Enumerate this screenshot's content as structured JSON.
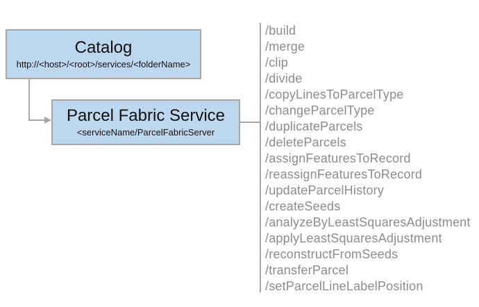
{
  "catalog": {
    "title": "Catalog",
    "subtitle": "http://<host>/<root>/services/<folderName>"
  },
  "service": {
    "title": "Parcel Fabric Service",
    "subtitle": "<serviceName/ParcelFabricServer"
  },
  "endpoints": [
    "/build",
    "/merge",
    "/clip",
    "/divide",
    "/copyLinesToParcelType",
    "/changeParcelType",
    "/duplicateParcels",
    "/deleteParcels",
    "/assignFeaturesToRecord",
    "/reassignFeaturesToRecord",
    "/updateParcelHistory",
    "/createSeeds",
    "/analyzeByLeastSquaresAdjustment",
    "/applyLeastSquaresAdjustment",
    "/reconstructFromSeeds",
    "/transferParcel",
    "/setParcelLineLabelPosition"
  ],
  "colors": {
    "box_fill": "#BDD7EE",
    "box_border": "#A6A6A6",
    "connector": "#A6A6A6",
    "endpoint_text": "#8C8C8C",
    "title_text": "#111111"
  }
}
